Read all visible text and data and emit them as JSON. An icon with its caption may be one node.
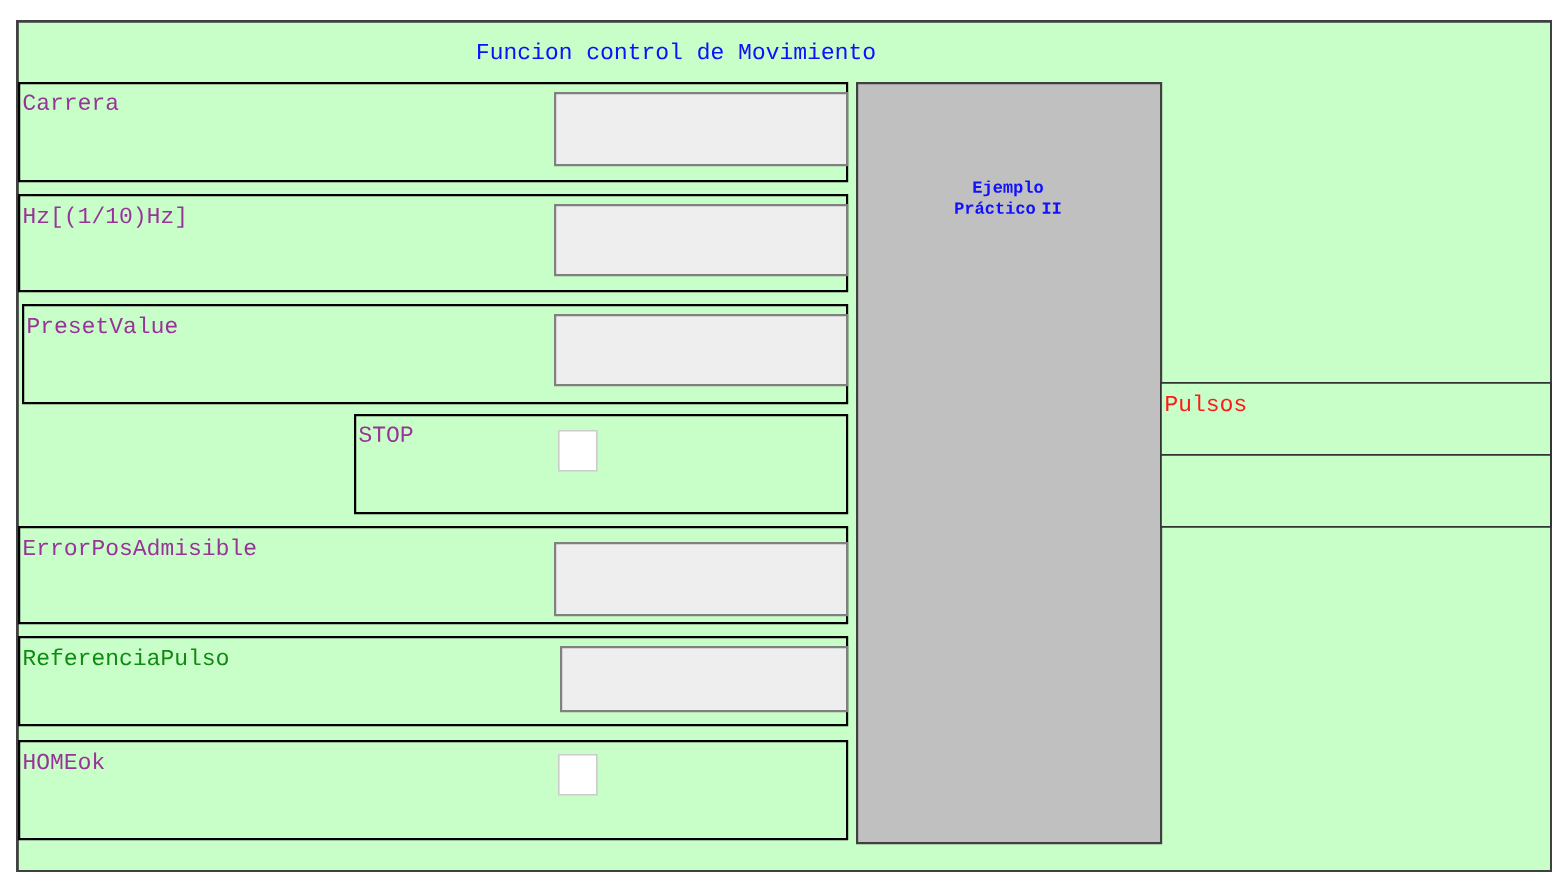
{
  "diagram": {
    "nodes": [
      {
        "text": [
          "Funcion control de Movimiento"
        ]
      },
      {
        "text": [
          "Carrera"
        ],
        "in": 0
      },
      {
        "text": [],
        "shape": "box",
        "in": 1
      },
      {
        "text": [
          "Hz[(1/10)Hz]"
        ],
        "in": 0
      },
      {
        "text": [],
        "shape": "box",
        "in": 3
      },
      {
        "text": [
          "PresetValue"
        ],
        "in": 0
      },
      {
        "text": [],
        "shape": "box",
        "in": 5
      },
      {
        "text": [
          "STOP"
        ],
        "in": 0
      },
      {
        "text": [],
        "shape": "box",
        "in": 7
      },
      {
        "text": [
          "ErrorPosAdmisible"
        ],
        "in": 0
      },
      {
        "text": [],
        "shape": "box",
        "in": 9
      },
      {
        "text": [
          "ReferenciaPulso"
        ],
        "in": 0
      },
      {
        "text": [],
        "shape": "box",
        "in": 11
      },
      {
        "text": [
          "HOMEok"
        ],
        "in": 0
      },
      {
        "text": [],
        "shape": "box",
        "in": 13
      },
      {
        "text": [
          "Ejemplo Práctico II"
        ],
        "in": 0
      },
      {
        "text": [
          "Pulsos"
        ],
        "in": 0
      },
      {
        "text": [],
        "shape": "box",
        "in": 0
      }
    ]
  }
}
